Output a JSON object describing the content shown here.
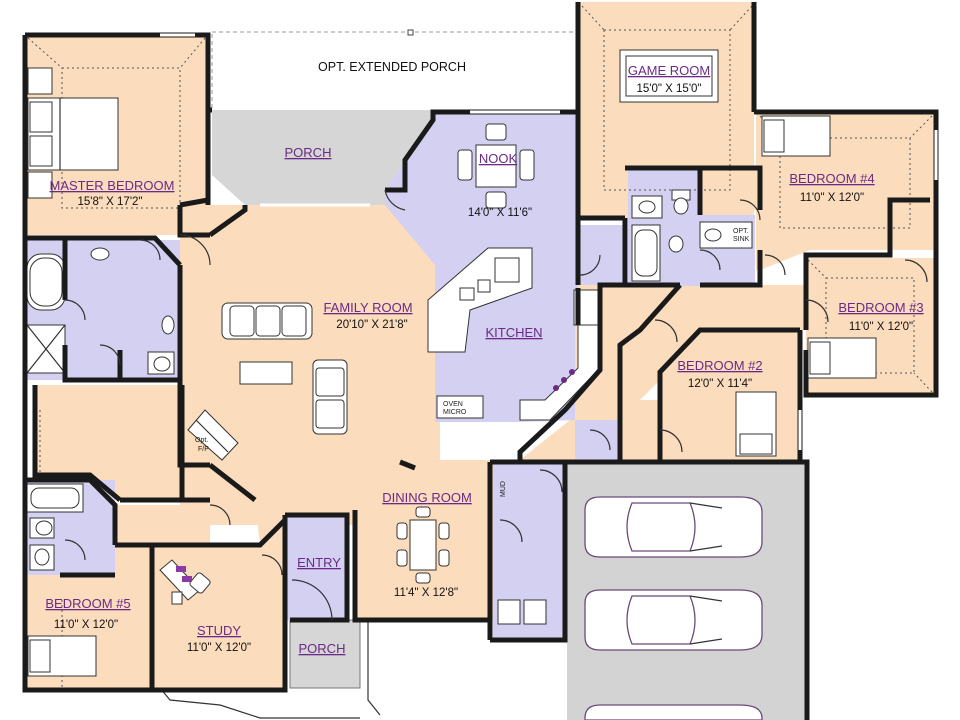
{
  "plan": {
    "outdoor": {
      "extended_porch": "OPT. EXTENDED PORCH",
      "rear_porch": "PORCH",
      "front_porch": "PORCH"
    },
    "rooms": {
      "game_room": {
        "name": "GAME ROOM",
        "dims": "15'0\" X 15'0\""
      },
      "master_bedroom": {
        "name": "MASTER BEDROOM",
        "dims": "15'8\" X 17'2\""
      },
      "nook": {
        "name": "NOOK",
        "dims": "14'0\" X 11'6\""
      },
      "bedroom4": {
        "name": "BEDROOM #4",
        "dims": "11'0\" X 12'0\""
      },
      "family_room": {
        "name": "FAMILY ROOM",
        "dims": "20'10\" X 21'8\""
      },
      "kitchen": {
        "name": "KITCHEN"
      },
      "bedroom3": {
        "name": "BEDROOM #3",
        "dims": "11'0\" X 12'0\""
      },
      "bedroom2": {
        "name": "BEDROOM #2",
        "dims": "12'0\" X 11'4\""
      },
      "dining_room": {
        "name": "DINING ROOM",
        "dims": "11'4\" X 12'8\""
      },
      "entry": {
        "name": "ENTRY"
      },
      "study": {
        "name": "STUDY",
        "dims": "11'0\" X 12'0\""
      },
      "bedroom5": {
        "name": "BEDROOM #5",
        "dims": "11'0\" X 12'0\""
      }
    },
    "small": {
      "opt_fp": "Opt.",
      "opt_fp2": "F/P",
      "oven": "OVEN",
      "micro": "MICRO",
      "mud": "MUD",
      "opt_sink": "OPT.",
      "opt_sink2": "SINK"
    },
    "colors": {
      "room_fill": "#fbdcbc",
      "wet_fill": "#d4d0f2",
      "porch_fill": "#d6d6d6",
      "garage_fill": "#d3d3d3",
      "wall": "#1a1a1a",
      "label": "#6a2a86"
    }
  }
}
